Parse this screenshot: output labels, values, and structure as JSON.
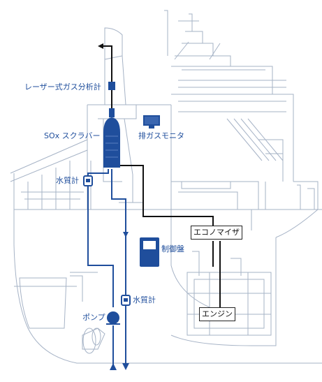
{
  "labels": {
    "laser_analyzer": "レーザー式ガス分析計",
    "scrubber": "SOx スクラバー",
    "exhaust_monitor": "排ガスモニタ",
    "water_meter_top": "水質計",
    "water_meter_bottom": "水質計",
    "control_panel": "制御盤",
    "pump": "ポンプ",
    "economizer": "エコノマイザ",
    "engine": "エンジン"
  },
  "colors": {
    "line": "#a6b3c6",
    "blue": "#1f4e9c",
    "black": "#111111"
  }
}
